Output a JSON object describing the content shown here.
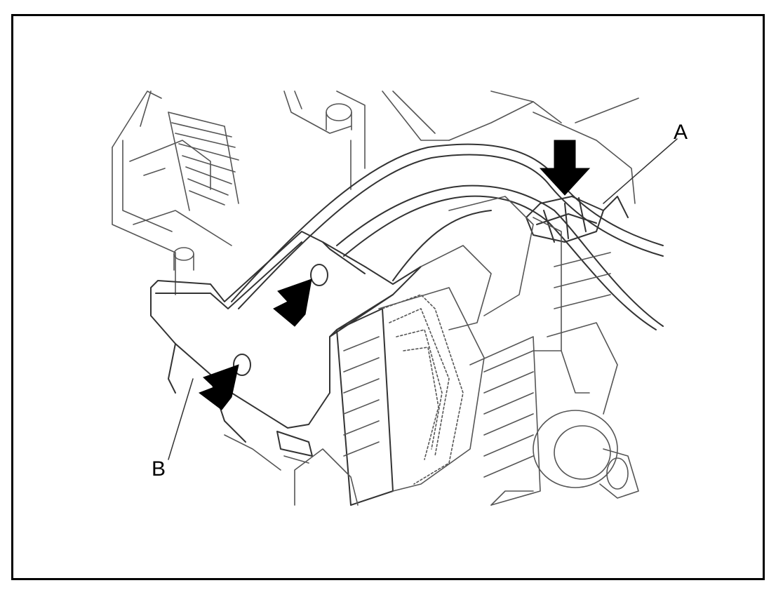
{
  "figure": {
    "border_color": "#000000",
    "line_color": "#555555",
    "arrow_color": "#000000"
  },
  "callouts": [
    {
      "id": "A",
      "label": "A"
    },
    {
      "id": "B",
      "label": "B"
    }
  ],
  "arrows": [
    {
      "name": "clip-arrow-a",
      "points_to": "A"
    },
    {
      "name": "bolt-arrow-upper",
      "points_to": "bracket-bolt-upper"
    },
    {
      "name": "bolt-arrow-lower",
      "points_to": "bracket-bolt-lower"
    }
  ]
}
